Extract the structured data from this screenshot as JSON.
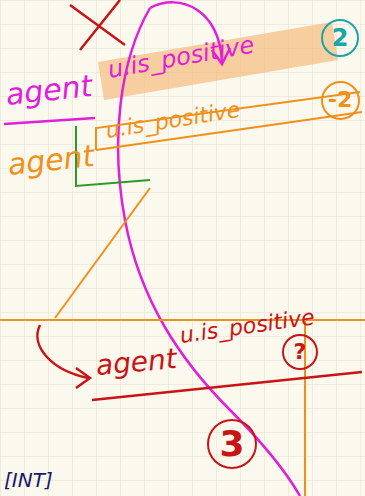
{
  "diagram": {
    "nodes": [
      {
        "text": [
          "2"
        ]
      },
      {
        "text": [
          "-2"
        ]
      },
      {
        "text": [
          "?"
        ]
      },
      {
        "text": [
          "3"
        ]
      }
    ],
    "labels": [
      "agent",
      "u.is_positive",
      "agent",
      "u.is_positive",
      "agent",
      "u.is_positive",
      "[INT]"
    ]
  }
}
